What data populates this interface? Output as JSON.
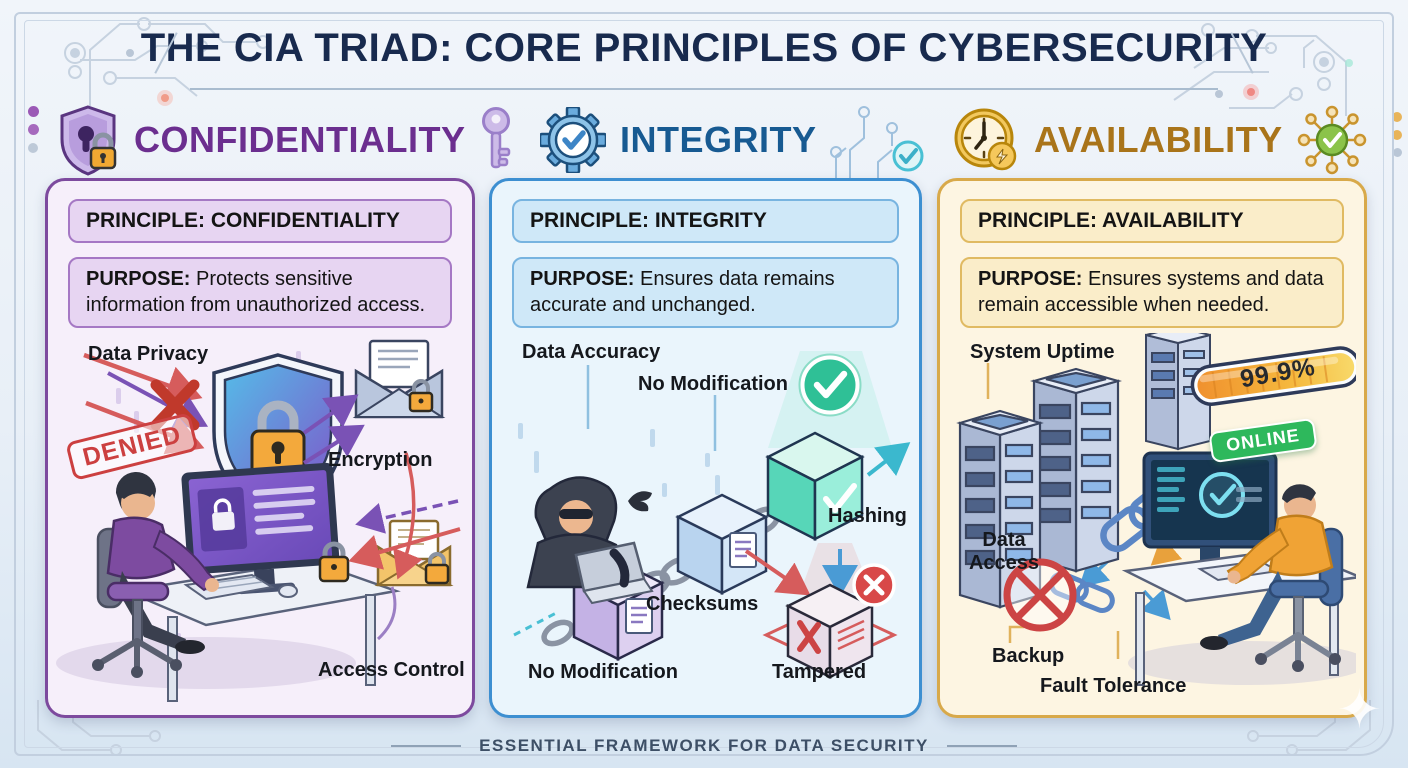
{
  "title": "THE CIA TRIAD: CORE PRINCIPLES OF CYBERSECURITY",
  "footer": "ESSENTIAL FRAMEWORK FOR DATA SECURITY",
  "colors": {
    "confidentiality_accent": "#6b2e8f",
    "integrity_accent": "#175a92",
    "availability_accent": "#a9741a",
    "denied_red": "#cc4040",
    "online_green": "#2eb85c"
  },
  "confidentiality": {
    "heading": "CONFIDENTIALITY",
    "icons": {
      "left": "shield-lock-icon",
      "right": "key-icon"
    },
    "principle": "PRINCIPLE: CONFIDENTIALITY",
    "purpose_label": "PURPOSE:",
    "purpose": "Protects sensitive information from unauthorized access.",
    "labels": {
      "data_privacy": "Data Privacy",
      "denied": "DENIED",
      "encryption": "Encryption",
      "access_control": "Access Control"
    }
  },
  "integrity": {
    "heading": "INTEGRITY",
    "icons": {
      "left": "gear-check-icon",
      "right": "circuit-check-icon"
    },
    "principle": "PRINCIPLE: INTEGRITY",
    "purpose_label": "PURPOSE:",
    "purpose": "Ensures data remains accurate and unchanged.",
    "labels": {
      "data_accuracy": "Data Accuracy",
      "no_modification_top": "No Modification",
      "hashing": "Hashing",
      "checksums": "Checksums",
      "no_modification_bottom": "No Modification",
      "tampered": "Tampered"
    }
  },
  "availability": {
    "heading": "AVAILABILITY",
    "icons": {
      "left": "clock-icon",
      "right": "network-check-icon"
    },
    "principle": "PRINCIPLE: AVAILABILITY",
    "purpose_label": "PURPOSE:",
    "purpose": "Ensures systems and data remain accessible when needed.",
    "labels": {
      "system_uptime": "System Uptime",
      "uptime_value": "99.9%",
      "online": "ONLINE",
      "data_access": "Data Access",
      "backup": "Backup",
      "fault_tolerance": "Fault Tolerance"
    }
  }
}
